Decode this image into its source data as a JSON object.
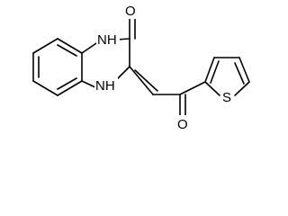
{
  "molecule": {
    "atoms": {
      "nh_top": "NH",
      "carbonyl_o_top": "O",
      "nh_bottom": "NH",
      "ketone_o": "O",
      "thiophene_s": "S"
    },
    "colors": {
      "bond": "#000000",
      "label": "#000000",
      "background": "#ffffff"
    }
  }
}
